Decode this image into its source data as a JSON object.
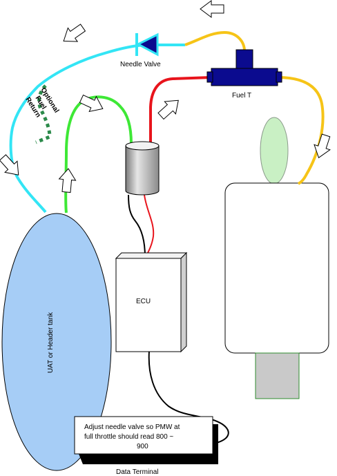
{
  "labels": {
    "needle_valve": "Needle Valve",
    "fuel_t": "Fuel T",
    "optional_fuel_return": [
      "Optional",
      "Fuel",
      "Return"
    ],
    "ecu": "ECU",
    "tank": "UAT or Header tank",
    "note": [
      "Adjust needle valve so PMW at",
      "full throttle should read 800 ~",
      "900"
    ],
    "data_terminal": "Data Terminal"
  },
  "colors": {
    "cyan_line": "#33e5f5",
    "yellow_line": "#f6c417",
    "red_line": "#e8141c",
    "green_line": "#3ee836",
    "optional_return": "#2b8a4a",
    "valve_blue": "#0b0b8f",
    "tank_fill": "#a6cdf6",
    "engine_green": "#c9f0c4"
  },
  "icons": {
    "flow_arrow": "block-arrow-icon",
    "needle_valve": "needle-valve-icon",
    "fuel_t": "fuel-t-icon",
    "sensor": "flow-sensor-icon"
  }
}
